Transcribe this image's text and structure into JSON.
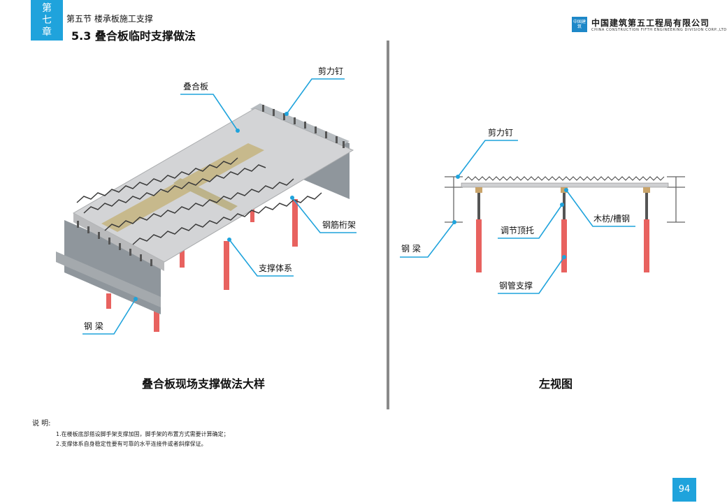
{
  "header": {
    "chapter_line1": "第",
    "chapter_line2": "七",
    "chapter_line3": "章",
    "section": "第五节  楼承板施工支撑",
    "title": "5.3  叠合板临时支撑做法",
    "company_cn": "中国建筑第五工程局有限公司",
    "company_en": "CHINA CONSTRUCTION FIFTH ENGINEERING DIVISION CORP.,LTD",
    "logo_text": "中国建筑"
  },
  "left_figure": {
    "caption": "叠合板现场支撑做法大样",
    "labels": {
      "slab": "叠合板",
      "stud": "剪力钉",
      "truss": "钢筋桁架",
      "support": "支撑体系",
      "beam": "钢  梁"
    }
  },
  "right_figure": {
    "caption": "左视图",
    "labels": {
      "stud": "剪力钉",
      "beam": "钢  梁",
      "adjust": "调节顶托",
      "timber": "木枋/槽钢",
      "pipe": "钢管支撑"
    }
  },
  "notes": {
    "heading": "说  明:",
    "items": [
      "1.在楼板底部搭设脚手架支撑加固，脚手架的布置方式需要计算确定；",
      "2.支撑体系自身稳定性要有可靠的水平连接件或者斜撑保证。"
    ]
  },
  "page_number": "94",
  "colors": {
    "accent": "#1fa3dc",
    "leader": "#1fa3dc",
    "support_red": "#e8625f",
    "steel": "#9aa0a6"
  }
}
